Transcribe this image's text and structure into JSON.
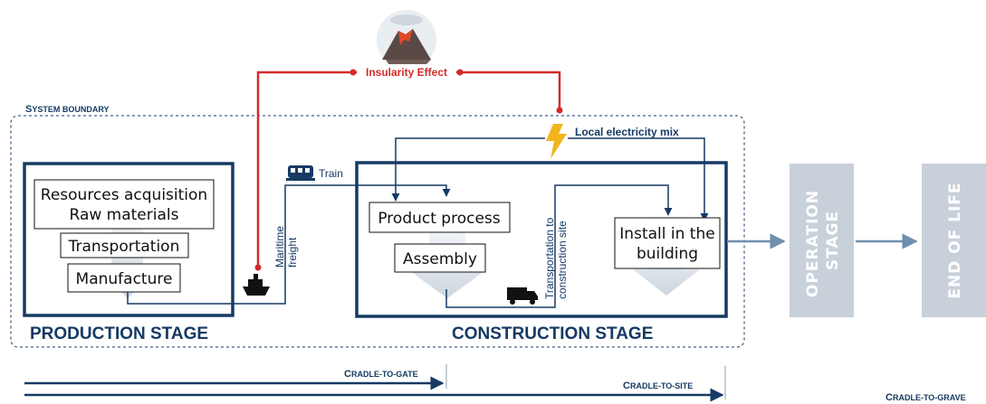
{
  "system_boundary": {
    "first": "S",
    "rest": "YSTEM BOUNDARY"
  },
  "insularity_effect": "Insularity Effect",
  "local_electricity": "Local electricity mix",
  "production": {
    "title": "PRODUCTION STAGE",
    "resources_line1": "Resources acquisition",
    "resources_line2": "Raw materials",
    "transportation": "Transportation",
    "manufacture": "Manufacture"
  },
  "transport": {
    "train": "Train",
    "maritime_line1": "Maritime",
    "maritime_line2": "freight",
    "site_line1": "Transportation to",
    "site_line2": "construction site"
  },
  "construction": {
    "title": "CONSTRUCTION STAGE",
    "product_process": "Product process",
    "assembly": "Assembly",
    "install_line1": "Install in the",
    "install_line2": "building"
  },
  "operation": {
    "line1": "OPERATION",
    "line2": "STAGE"
  },
  "end_of_life": "END OF LIFE",
  "scopes": {
    "gate": {
      "first": "C",
      "rest": "RADLE-TO-GATE"
    },
    "site": {
      "first": "C",
      "rest": "RADLE-TO-SITE"
    },
    "grave": {
      "first": "C",
      "rest": "RADLE-TO-GRAVE"
    }
  },
  "colors": {
    "navy": "#163a63",
    "red": "#d42a2a",
    "steel": "#6f8fae",
    "grey": "#c8d0d9",
    "bolt": "#f2b51c"
  },
  "icons": [
    "volcano-icon",
    "lightning-icon",
    "train-icon",
    "ship-icon",
    "truck-icon"
  ]
}
